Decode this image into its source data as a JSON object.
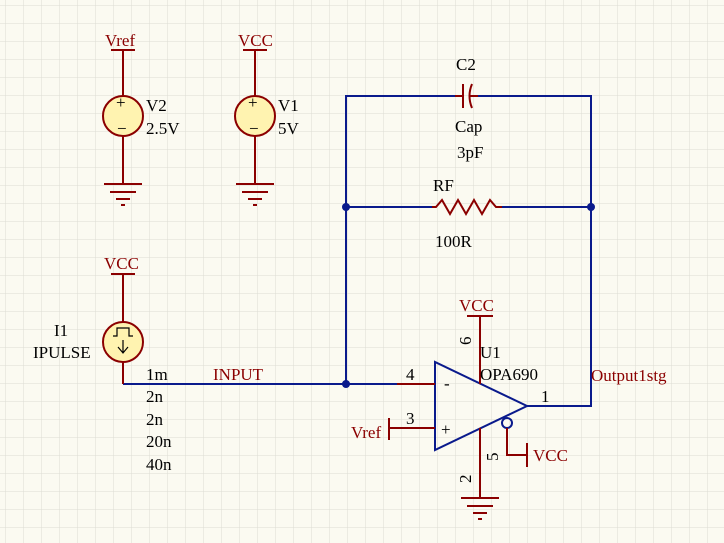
{
  "colors": {
    "background": "#fbfaf1",
    "grid": "#dcdcd4",
    "wire": "#0a1a8c",
    "component": "#8b0000",
    "source_fill": "#fff3b0",
    "text": "#000000",
    "net_text": "#8b0000"
  },
  "power_ports": {
    "vref_top": "Vref",
    "vcc_v1": "VCC",
    "vcc_i1": "VCC",
    "vcc_u1_top": "VCC",
    "vcc_u1_pin5": "VCC",
    "vref_u1_in": "Vref"
  },
  "v2": {
    "designator": "V2",
    "value": "2.5V",
    "plus": "+",
    "minus": "−"
  },
  "v1": {
    "designator": "V1",
    "value": "5V",
    "plus": "+",
    "minus": "−"
  },
  "i1": {
    "designator": "I1",
    "type": "IPULSE",
    "params": [
      "1m",
      "2n",
      "2n",
      "20n",
      "40n"
    ]
  },
  "net_labels": {
    "input": "INPUT",
    "output": "Output1stg"
  },
  "c2": {
    "designator": "C2",
    "name": "Cap",
    "value": "3pF"
  },
  "rf": {
    "designator": "RF",
    "value": "100R"
  },
  "u1": {
    "designator": "U1",
    "part": "OPA690",
    "minus_sign": "-",
    "plus_sign": "+",
    "pins": {
      "inv": "4",
      "noninv": "3",
      "out": "1",
      "vplus": "6",
      "vminus": "2",
      "disable": "5"
    }
  }
}
